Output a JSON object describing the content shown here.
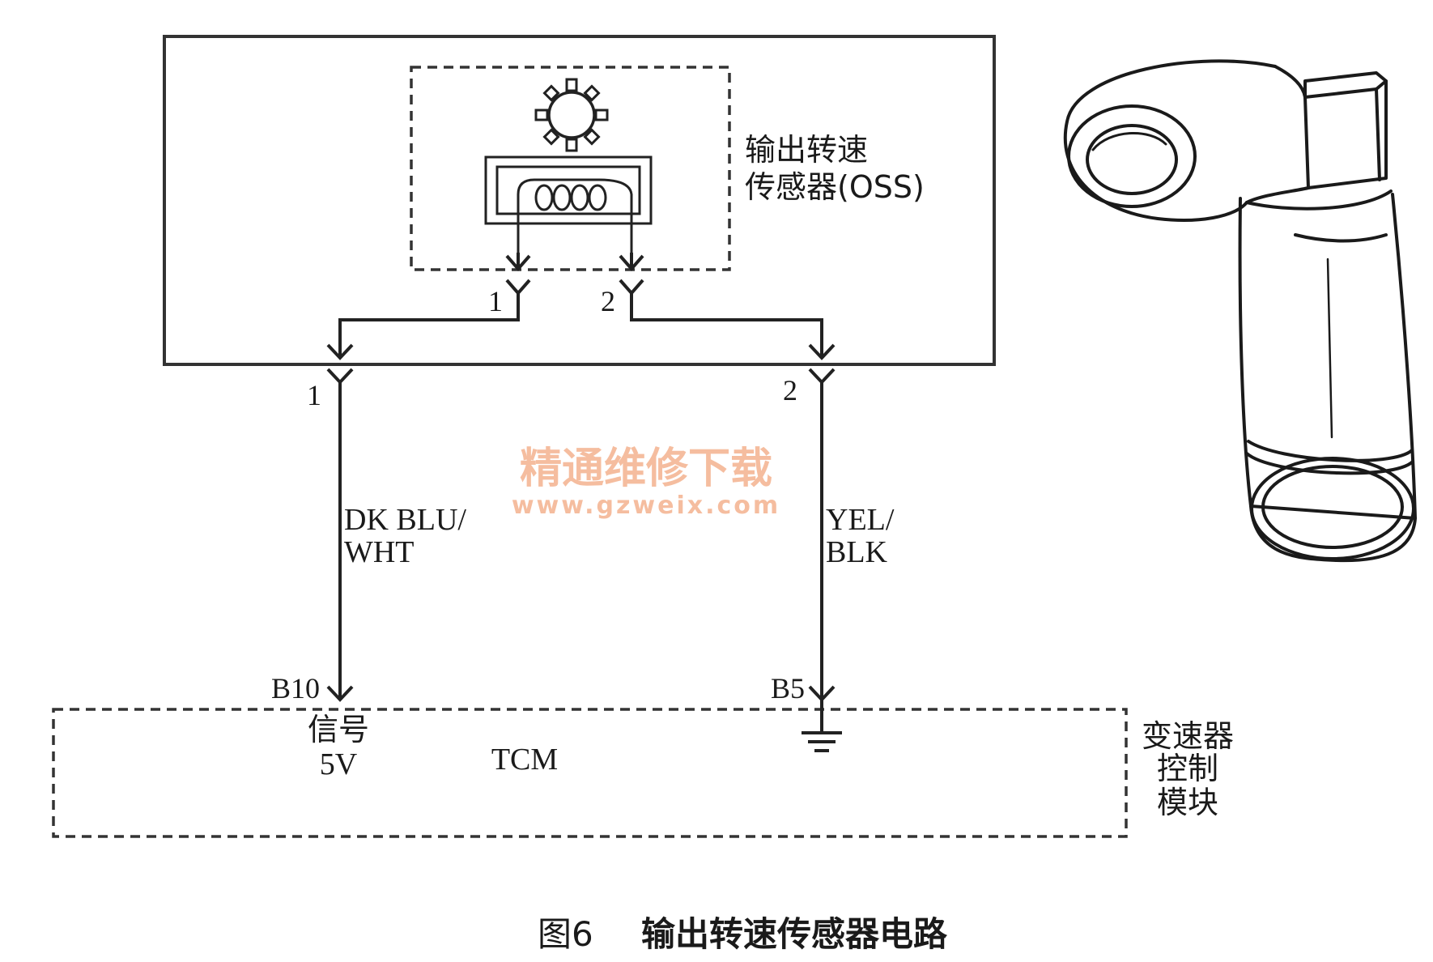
{
  "sensor": {
    "label_line1": "输出转速",
    "label_line2": "传感器(OSS)",
    "pin_left": "1",
    "pin_right": "2"
  },
  "harness": {
    "pin_left": "1",
    "pin_right": "2",
    "wire_left_line1": "DK BLU/",
    "wire_left_line2": "WHT",
    "wire_right_line1": "YEL/",
    "wire_right_line2": "BLK"
  },
  "tcm": {
    "pin_left": "B10",
    "pin_right": "B5",
    "signal_line1": "信号",
    "signal_line2": "5V",
    "name": "TCM",
    "side_label_line1": "变速器",
    "side_label_line2": "控制",
    "side_label_line3": "模块"
  },
  "watermark": {
    "line1": "精通维修下载",
    "line2": "www.gzweix.com"
  },
  "caption": {
    "figure": "图6",
    "title": "输出转速传感器电路"
  }
}
